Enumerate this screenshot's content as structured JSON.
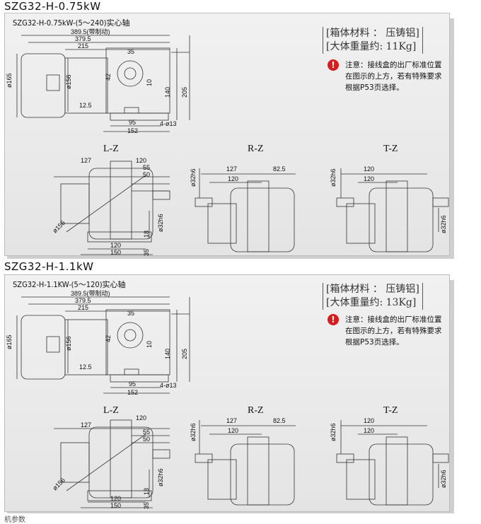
{
  "sections": [
    {
      "title": "SZG32-H-0.75kW",
      "subtitle": "SZG32-H-0.75kW-(5～240)实心轴",
      "material_line": "[箱体材料 ： 压铸铝]",
      "weight_line": "[大体重量约: 11Kg]",
      "note": "注意：接线盒的出厂标准位置在图示的上方，若有特殊要求根据P53页选择。",
      "warn_icon": "!",
      "views": [
        "L-Z",
        "R-Z",
        "T-Z"
      ],
      "main_dims": {
        "d1": "389.5(带制动)",
        "d2": "379.5",
        "d3": "215",
        "d4": "35",
        "d5": "ø165",
        "d6": "ø156",
        "d7": "42",
        "d8": "10",
        "d9": "140",
        "d10": "205",
        "d11": "12.5",
        "d12": "95",
        "d13": "152",
        "d14": "4-ø13"
      },
      "lz_dims": {
        "a": "127",
        "b": "120",
        "c": "55",
        "d": "50",
        "e": "ø156",
        "f": "ø32h6",
        "g": "120",
        "h": "150",
        "i": "18",
        "j": "35"
      },
      "rz_dims": {
        "a": "127",
        "b": "82.5",
        "c": "120",
        "d": "ø32h6"
      },
      "tz_dims": {
        "a": "120",
        "b": "120",
        "c": "ø32h6",
        "d": "ø32h6"
      }
    },
    {
      "title": "SZG32-H-1.1kW",
      "subtitle": "SZG32-H-1.1KW-(5～120)实心轴",
      "material_line": "[箱体材料 ： 压铸铝]",
      "weight_line": "[大体重量约: 13Kg]",
      "note": "注意：接线盒的出厂标准位置在图示的上方，若有特殊要求根据P53页选择。",
      "warn_icon": "!",
      "views": [
        "L-Z",
        "R-Z",
        "T-Z"
      ],
      "main_dims": {
        "d1": "389.5(带制动)",
        "d2": "379.5",
        "d3": "215",
        "d4": "35",
        "d5": "ø165",
        "d6": "ø156",
        "d7": "42",
        "d8": "10",
        "d9": "140",
        "d10": "205",
        "d11": "12.5",
        "d12": "95",
        "d13": "152",
        "d14": "4-ø13"
      },
      "lz_dims": {
        "a": "127",
        "b": "120",
        "c": "55",
        "d": "50",
        "e": "ø156",
        "f": "ø32h6",
        "g": "120",
        "h": "150",
        "i": "18",
        "j": "35"
      },
      "rz_dims": {
        "a": "127",
        "b": "82.5",
        "c": "120",
        "d": "ø32h6"
      },
      "tz_dims": {
        "a": "120",
        "b": "120",
        "c": "ø32h6",
        "d": "ø32h6"
      }
    }
  ],
  "footer_text": "机参数"
}
